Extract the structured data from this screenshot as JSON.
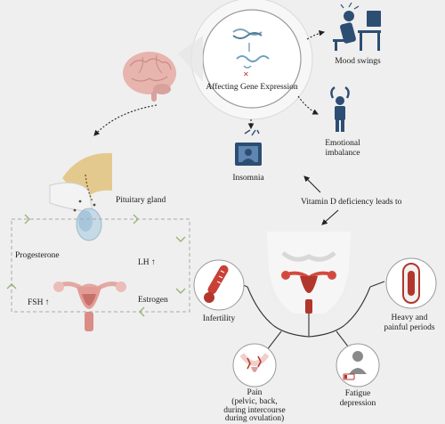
{
  "labels": {
    "gene_expression": "Affecting Gene Expression",
    "mood_swings": "Mood swings",
    "emotional_imbalance_1": "Emotional",
    "emotional_imbalance_2": "imbalance",
    "insomnia": "Insomnia",
    "vitamin_d": "Vitamin D deficiency leads to",
    "pituitary": "Pituitary  gland",
    "progesterone": "Progesterone",
    "lh": "LH ↑",
    "fsh": "FSH ↑",
    "estrogen": "Estrogen",
    "infertility": "Infertility",
    "heavy_1": "Heavy and",
    "heavy_2": "painful periods",
    "pain_1": "Pain",
    "pain_2": "(pelvic, back,",
    "pain_3": "during intercourse",
    "pain_4": "during ovulation)",
    "fatigue_1": "Fatigue",
    "fatigue_2": "depression"
  },
  "colors": {
    "background": "#efefef",
    "circle_fill": "#f4f4f4",
    "accent_red": "#b3362c",
    "icon_blue": "#2d4e73",
    "skin": "#f0cfc9",
    "flesh_dark": "#c98c86",
    "dashed_green": "#9bb27a"
  },
  "icons": [
    "brain-icon",
    "dna-icon",
    "desk-stress-icon",
    "stressed-person-icon",
    "insomnia-monitor-icon",
    "pituitary-icon",
    "uterus-icon",
    "pelvis-icon",
    "thermometer-icon",
    "period-pad-icon",
    "pain-pelvis-icon",
    "fatigue-person-icon"
  ]
}
